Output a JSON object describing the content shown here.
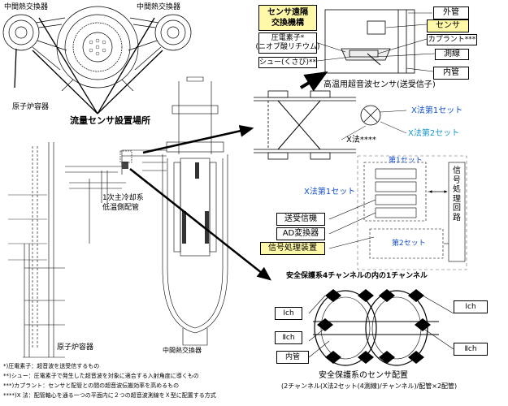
{
  "plan_view": {
    "left_ihx_label": "中間熱交換器",
    "right_ihx_label": "中間熱交換器",
    "vessel_label": "原子炉容器",
    "sensor_location_label": "流量センサ設置場所"
  },
  "elevation_view": {
    "pipe_label_line1": "1次主冷却系",
    "pipe_label_line2": "低温側配管",
    "ihx_label": "中間熱交換器",
    "vessel_label": "原子炉容器"
  },
  "sensor_detail": {
    "mech_box_line1": "センサ遠隔",
    "mech_box_line2": "交換機構",
    "piezo_line1": "圧電素子*",
    "piezo_line2": "(ニオブ酸リチウム)",
    "shoe_label": "シュー(くさび)**",
    "outer_tube": "外管",
    "sensor": "センサ",
    "couplant": "カプラント***",
    "measuring_line": "測線",
    "inner_tube": "内管",
    "ht_sensor_caption": "高温用超音波センサ(送受信子)"
  },
  "xmethod": {
    "set1": "X法第1セット",
    "set2": "X法第2セット",
    "x_label": "X法****"
  },
  "signal": {
    "set1_label": "第1セット",
    "xset1_label": "X法第1セット",
    "transceiver": "送受信機",
    "ad_converter": "AD変換器",
    "signal_processor": "信号処理装置",
    "set2_label": "第2セット",
    "circuit_label": "信号処理回路"
  },
  "channel": {
    "title": "安全保護系4チャンネルの内の1チャンネル",
    "ch1_left": "Ⅰch",
    "ch2_left": "Ⅱch",
    "inner": "内管",
    "ch1_right": "Ⅰch",
    "ch2_right": "Ⅱch",
    "caption1": "安全保護系のセンサ配置",
    "caption2": "(2チャンネル(X法2セット(4測線)/チャンネル)/配管×2配管)"
  },
  "footnotes": {
    "n1": "*)圧電素子：超音波を送受信するもの",
    "n2": "**)シュー：圧電素子で発生した超音波を対象に適合する入射角度に導くもの",
    "n3": "***)カプラント：センサと配管との間の超音波伝搬効率を高めるもの",
    "n4": "****)X 法：配管軸心を通る一つの平面内に２つの超音波測線をＸ型に配置する方式"
  },
  "colors": {
    "cyan_text": "#1496c8",
    "blue_text": "#1450c8",
    "yellow": "#fff8a8"
  }
}
